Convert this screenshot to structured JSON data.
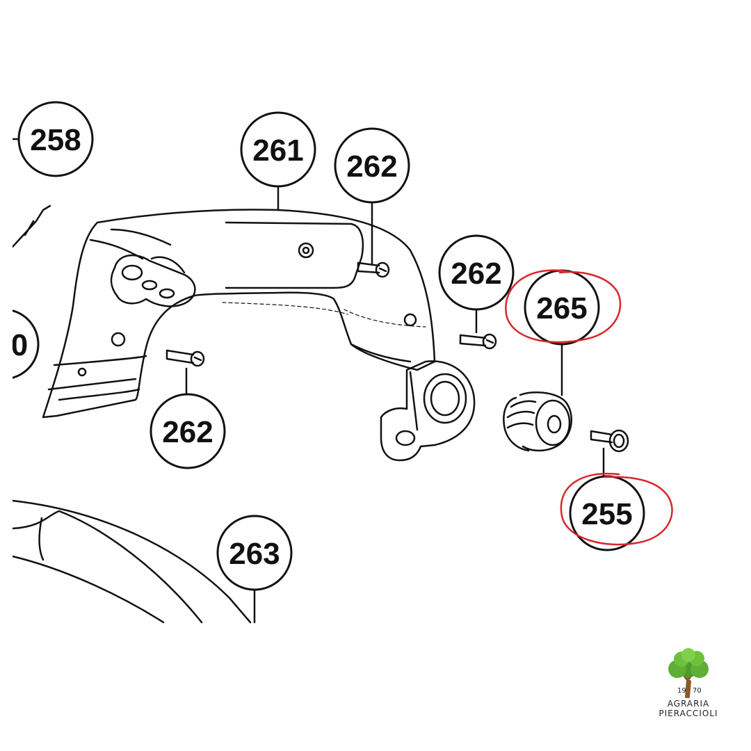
{
  "parts": {
    "p258": "258",
    "p261": "261",
    "p262a": "262",
    "p262b": "262",
    "p262c": "262",
    "p265": "265",
    "p255": "255",
    "p263": "263",
    "p260_partial": "0"
  },
  "highlighted_parts": [
    "265",
    "255"
  ],
  "highlight_color": "#d9262a",
  "logo": {
    "year_left": "19",
    "year_right": "70",
    "line1": "AGRARIA",
    "line2": "PIERACCIOLI"
  }
}
